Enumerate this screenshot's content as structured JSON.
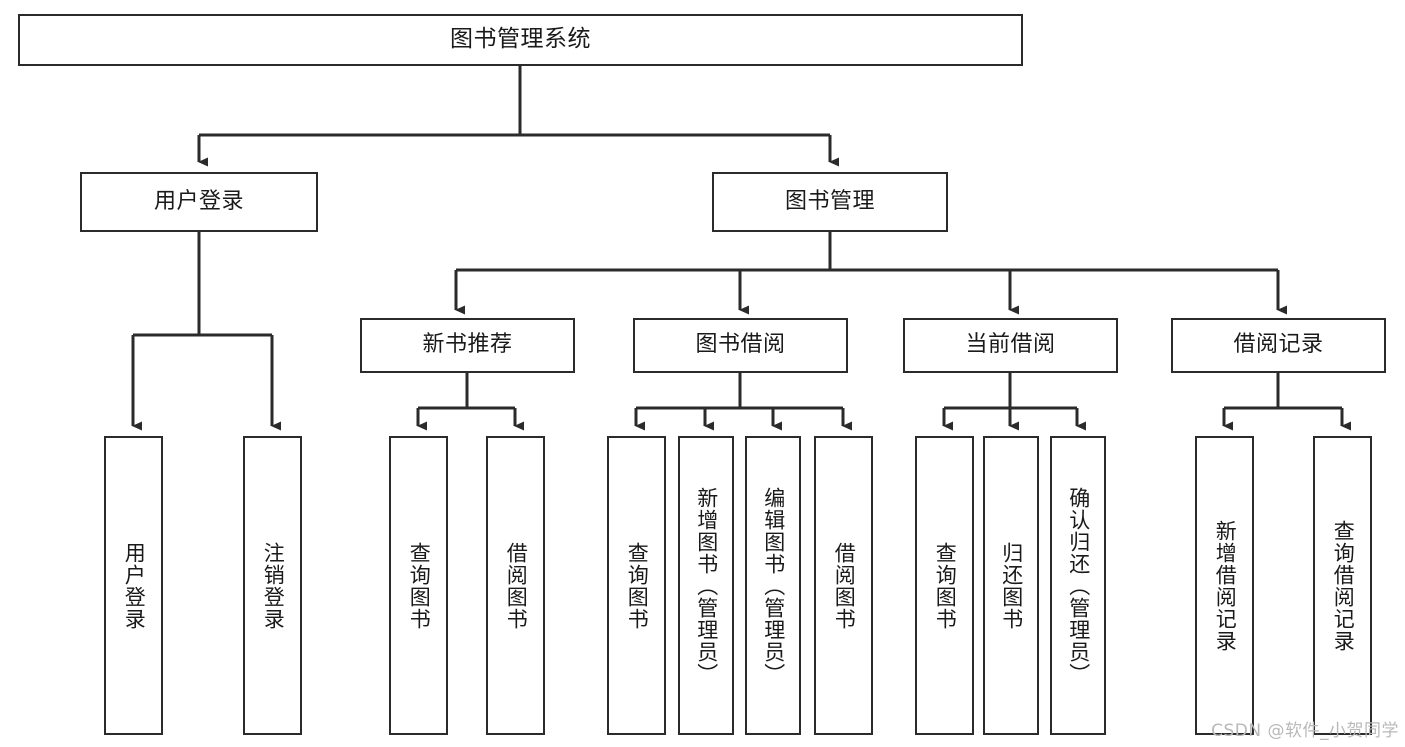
{
  "diagram": {
    "type": "tree-hierarchy",
    "title": "图书管理系统",
    "root": {
      "label": "图书管理系统"
    },
    "level2": [
      {
        "id": "user-login",
        "label": "用户登录"
      },
      {
        "id": "book-management",
        "label": "图书管理"
      }
    ],
    "level3": [
      {
        "id": "new-book-recommend",
        "label": "新书推荐",
        "parent": "book-management"
      },
      {
        "id": "book-borrow",
        "label": "图书借阅",
        "parent": "book-management"
      },
      {
        "id": "current-borrow",
        "label": "当前借阅",
        "parent": "book-management"
      },
      {
        "id": "borrow-record",
        "label": "借阅记录",
        "parent": "book-management"
      }
    ],
    "leaves": [
      {
        "id": "leaf-user-login",
        "label": "用户登录",
        "parent": "user-login"
      },
      {
        "id": "leaf-logout",
        "label": "注销登录",
        "parent": "user-login"
      },
      {
        "id": "leaf-query-book-1",
        "label": "查询图书",
        "parent": "new-book-recommend"
      },
      {
        "id": "leaf-borrow-book-1",
        "label": "借阅图书",
        "parent": "new-book-recommend"
      },
      {
        "id": "leaf-query-book-2",
        "label": "查询图书",
        "parent": "book-borrow"
      },
      {
        "id": "leaf-add-book",
        "label": "新增图书（管理员）",
        "parent": "book-borrow"
      },
      {
        "id": "leaf-edit-book",
        "label": "编辑图书（管理员）",
        "parent": "book-borrow"
      },
      {
        "id": "leaf-borrow-book-2",
        "label": "借阅图书",
        "parent": "book-borrow"
      },
      {
        "id": "leaf-query-book-3",
        "label": "查询图书",
        "parent": "current-borrow"
      },
      {
        "id": "leaf-return-book",
        "label": "归还图书",
        "parent": "current-borrow"
      },
      {
        "id": "leaf-confirm-return",
        "label": "确认归还（管理员）",
        "parent": "current-borrow"
      },
      {
        "id": "leaf-add-record",
        "label": "新增借阅记录",
        "parent": "borrow-record"
      },
      {
        "id": "leaf-query-record",
        "label": "查询借阅记录",
        "parent": "borrow-record"
      }
    ],
    "watermark": "CSDN @软件_小贺同学",
    "colors": {
      "stroke": "#2b2b2b",
      "background": "#ffffff",
      "text": "#1a1a1a",
      "watermark": "#b9b9b9"
    }
  }
}
